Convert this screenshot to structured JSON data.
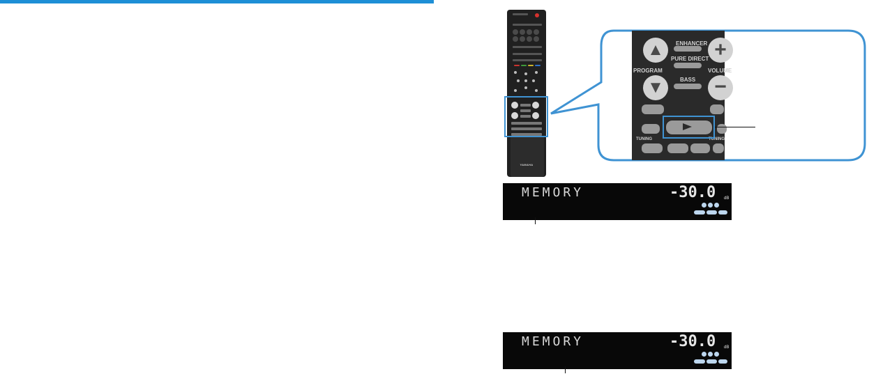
{
  "remote": {
    "brand": "YAMAHA"
  },
  "zoom": {
    "program_label": "PROGRAM",
    "volume_label": "VOLUME",
    "enhancer_label": "ENHANCER",
    "pure_direct_label": "PURE DIRECT",
    "bass_label": "BASS",
    "tuning_left_label": "TUNING",
    "tuning_right_label": "TUNING"
  },
  "displays": [
    {
      "text": "MEMORY",
      "volume": "-30.0",
      "unit": "dB"
    },
    {
      "text": "MEMORY",
      "volume": "-30.0",
      "unit": "dB"
    }
  ],
  "colors": {
    "accent": "#3f93d3",
    "rule": "#1e8fd6"
  }
}
